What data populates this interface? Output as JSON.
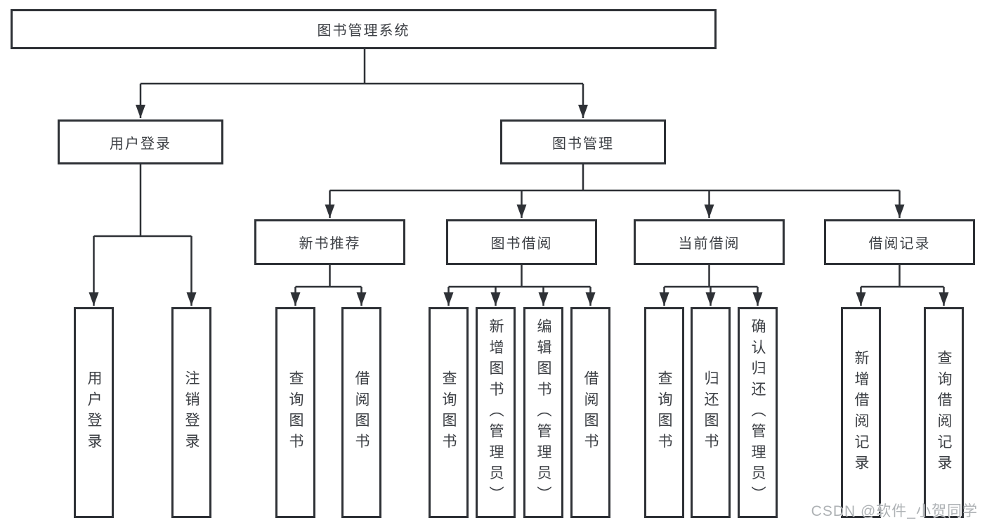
{
  "diagram": {
    "watermark": "CSDN @软件_小贺同学",
    "colors": {
      "line": "#2e3136",
      "text": "#3d4045",
      "background": "#ffffff",
      "watermark": "#aeb2b5"
    },
    "tree": {
      "root": {
        "label": "图书管理系统",
        "children": [
          {
            "label": "用户登录",
            "children": [
              {
                "label": "用户登录"
              },
              {
                "label": "注销登录"
              }
            ]
          },
          {
            "label": "图书管理",
            "children": [
              {
                "label": "新书推荐",
                "children": [
                  {
                    "label": "查询图书"
                  },
                  {
                    "label": "借阅图书"
                  }
                ]
              },
              {
                "label": "图书借阅",
                "children": [
                  {
                    "label": "查询图书"
                  },
                  {
                    "label": "新增图书（管理员）"
                  },
                  {
                    "label": "编辑图书（管理员）"
                  },
                  {
                    "label": "借阅图书"
                  }
                ]
              },
              {
                "label": "当前借阅",
                "children": [
                  {
                    "label": "查询图书"
                  },
                  {
                    "label": "归还图书"
                  },
                  {
                    "label": "确认归还（管理员）"
                  }
                ]
              },
              {
                "label": "借阅记录",
                "children": [
                  {
                    "label": "新增借阅记录"
                  },
                  {
                    "label": "查询借阅记录"
                  }
                ]
              }
            ]
          }
        ]
      }
    }
  }
}
